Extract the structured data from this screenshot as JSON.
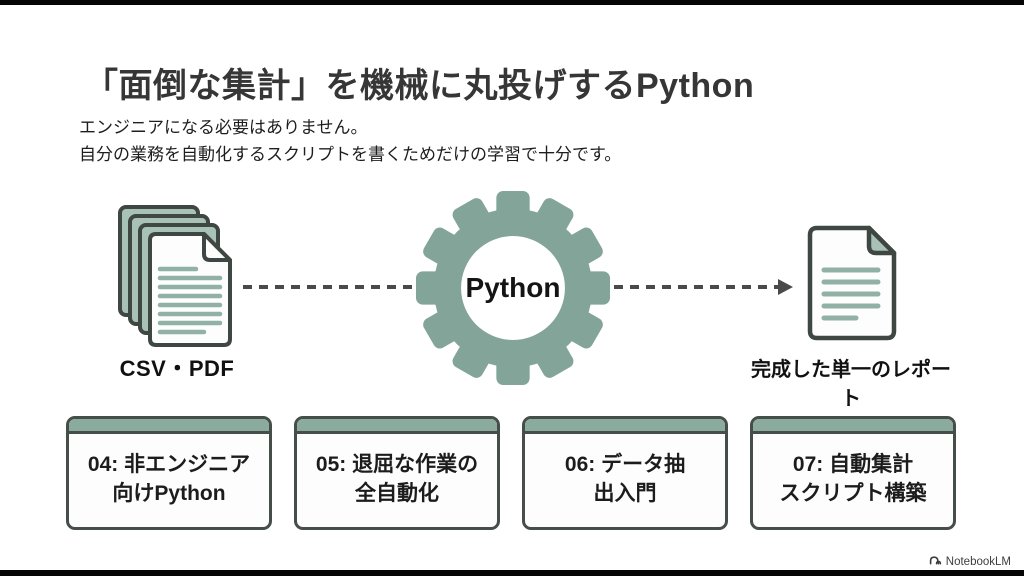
{
  "page": {
    "title": "「面倒な集計」を機械に丸投げするPython",
    "subtitle": "エンジニアになる必要はありません。\n自分の業務を自動化するスクリプトを書くためだけの学習で十分です。"
  },
  "diagram": {
    "source_label": "CSV・PDF",
    "process_label": "Python",
    "output_label": "完成した単一のレポート",
    "flow": [
      "CSV・PDF",
      "Python",
      "完成した単一のレポート"
    ]
  },
  "cards": [
    {
      "label": "04: 非エンジニア\n向けPython"
    },
    {
      "label": "05: 退屈な作業の\n全自動化"
    },
    {
      "label": "06: データ抽\n出入門"
    },
    {
      "label": "07: 自動集計\nスクリプト構築"
    }
  ],
  "footer": {
    "brand": "NotebookLM"
  },
  "icons": {
    "stacked_documents": "stacked-documents-icon",
    "gear": "gear-icon",
    "document": "document-icon",
    "arrow": "arrow-right-icon",
    "brand_logo": "notebooklm-logo-icon"
  },
  "colors": {
    "sage": "#82a499",
    "sage_light": "#a9c2b7",
    "doc_line": "#92b1a6",
    "outline": "#3f4743",
    "dash": "#4a4a4a",
    "letterbox": "#050505"
  }
}
